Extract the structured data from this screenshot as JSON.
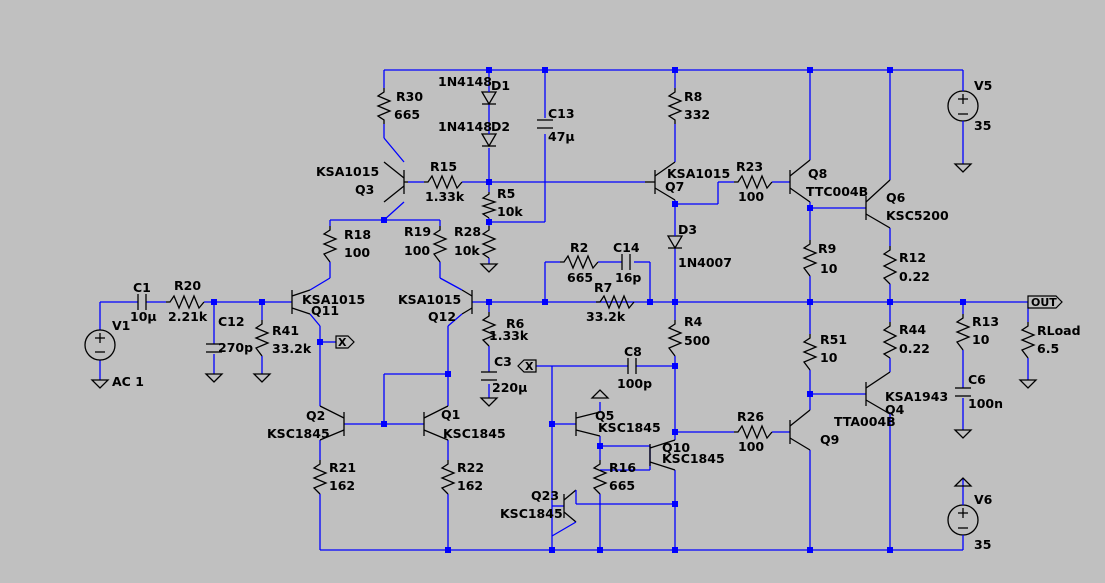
{
  "labels": {
    "R30": "R30",
    "R30v": "665",
    "D1": "D1",
    "D1v": "1N4148",
    "D2": "D2",
    "D2v": "1N4148",
    "C13": "C13",
    "C13v": "47µ",
    "R8": "R8",
    "R8v": "332",
    "V5": "V5",
    "V5v": "35",
    "Q3t": "KSA1015",
    "Q3": "Q3",
    "R15": "R15",
    "R15v": "1.33k",
    "R5": "R5",
    "R5v": "10k",
    "Q7t": "KSA1015",
    "Q7": "Q7",
    "R23": "R23",
    "R23v": "100",
    "Q8": "Q8",
    "Q8t": "TTC004B",
    "Q6": "Q6",
    "Q6t": "KSC5200",
    "R18": "R18",
    "R18v": "100",
    "R19": "R19",
    "R19v": "100",
    "R28": "R28",
    "R28v": "10k",
    "D3": "D3",
    "D3v": "1N4007",
    "R2": "R2",
    "R2v": "665",
    "C14": "C14",
    "C14v": "16p",
    "R9": "R9",
    "R9v": "10",
    "R12": "R12",
    "R12v": "0.22",
    "C1": "C1",
    "C1v": "10µ",
    "R20": "R20",
    "R20v": "2.21k",
    "Q11t": "KSA1015",
    "Q11": "Q11",
    "Q12t": "KSA1015",
    "Q12": "Q12",
    "R7": "R7",
    "R7v": "33.2k",
    "OUT": "OUT",
    "V1": "V1",
    "V1v": "AC 1",
    "C12": "C12",
    "C12v": "270p",
    "R41": "R41",
    "R41v": "33.2k",
    "R6": "R6",
    "R6v": "1.33k",
    "R4": "R4",
    "R4v": "500",
    "R51": "R51",
    "R51v": "10",
    "R44": "R44",
    "R44v": "0.22",
    "R13": "R13",
    "R13v": "10",
    "RLoad": "RLoad",
    "RLoadv": "6.5",
    "X1": "X",
    "X2": "X",
    "C3": "C3",
    "C3v": "220µ",
    "C8": "C8",
    "C8v": "100p",
    "C6": "C6",
    "C6v": "100n",
    "Q5": "Q5",
    "Q5t": "KSC1845",
    "Q4t": "KSA1943",
    "Q4": "Q4",
    "Q2": "Q2",
    "Q2t": "KSC1845",
    "Q1": "Q1",
    "Q1t": "KSC1845",
    "Q10": "Q10",
    "Q10t": "KSC1845",
    "R26": "R26",
    "R26v": "100",
    "Q9t": "TTA004B",
    "Q9": "Q9",
    "R21": "R21",
    "R21v": "162",
    "R22": "R22",
    "R22v": "162",
    "R16": "R16",
    "R16v": "665",
    "Q23": "Q23",
    "Q23t": "KSC1845",
    "V6": "V6",
    "V6v": "35"
  }
}
